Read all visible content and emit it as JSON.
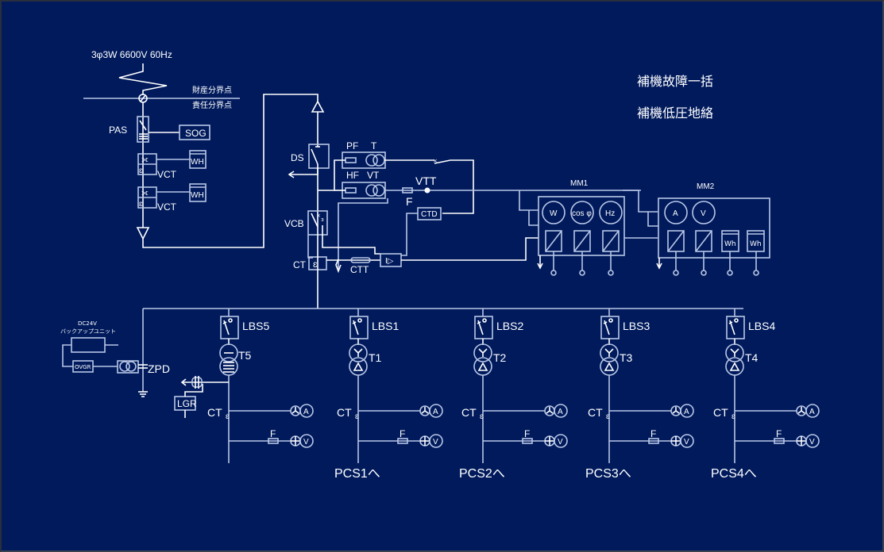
{
  "colors": {
    "background": "#001a5c",
    "line": "#b8c6e6",
    "text": "#ffffff"
  },
  "supply": {
    "label": "3φ3W 6600V 60Hz",
    "property_boundary": "財産分界点",
    "responsibility_boundary": "責任分界点"
  },
  "alarms": {
    "aux_fault": "補機故障一括",
    "aux_lv_ground": "補機低圧地絡"
  },
  "incoming": {
    "pas": "PAS",
    "sog": "SOG",
    "vct1": "VCT",
    "vct2": "VCT",
    "wh1": "WH",
    "wh2": "WH",
    "ds": "DS",
    "vcb": "VCB",
    "ct": "CT",
    "ctt": "CTT",
    "ctd": "CTD",
    "pf": "PF",
    "t": "T",
    "hf": "HF",
    "vt": "VT",
    "vtt": "VTT",
    "f": "F"
  },
  "meters": {
    "mm1": {
      "title": "MM1",
      "gauges": [
        "W",
        "cos φ",
        "Hz"
      ]
    },
    "mm2": {
      "title": "MM2",
      "gauges": [
        "A",
        "V"
      ],
      "wh": [
        "Wh",
        "Wh"
      ]
    }
  },
  "backup": {
    "dc": "DC24V",
    "unit": "バックアップユニット",
    "ovgr": "OVGR",
    "zpd": "ZPD",
    "lgr": "LGR"
  },
  "feeders": [
    {
      "lbs": "LBS5",
      "tr": "T5",
      "ct": "CT",
      "f": "F",
      "a": "A",
      "v": "V",
      "dest": ""
    },
    {
      "lbs": "LBS1",
      "tr": "T1",
      "ct": "CT",
      "f": "F",
      "a": "A",
      "v": "V",
      "dest": "PCS1へ"
    },
    {
      "lbs": "LBS2",
      "tr": "T2",
      "ct": "CT",
      "f": "F",
      "a": "A",
      "v": "V",
      "dest": "PCS2へ"
    },
    {
      "lbs": "LBS3",
      "tr": "T3",
      "ct": "CT",
      "f": "F",
      "a": "A",
      "v": "V",
      "dest": "PCS3へ"
    },
    {
      "lbs": "LBS4",
      "tr": "T4",
      "ct": "CT",
      "f": "F",
      "a": "A",
      "v": "V",
      "dest": "PCS4へ"
    }
  ]
}
